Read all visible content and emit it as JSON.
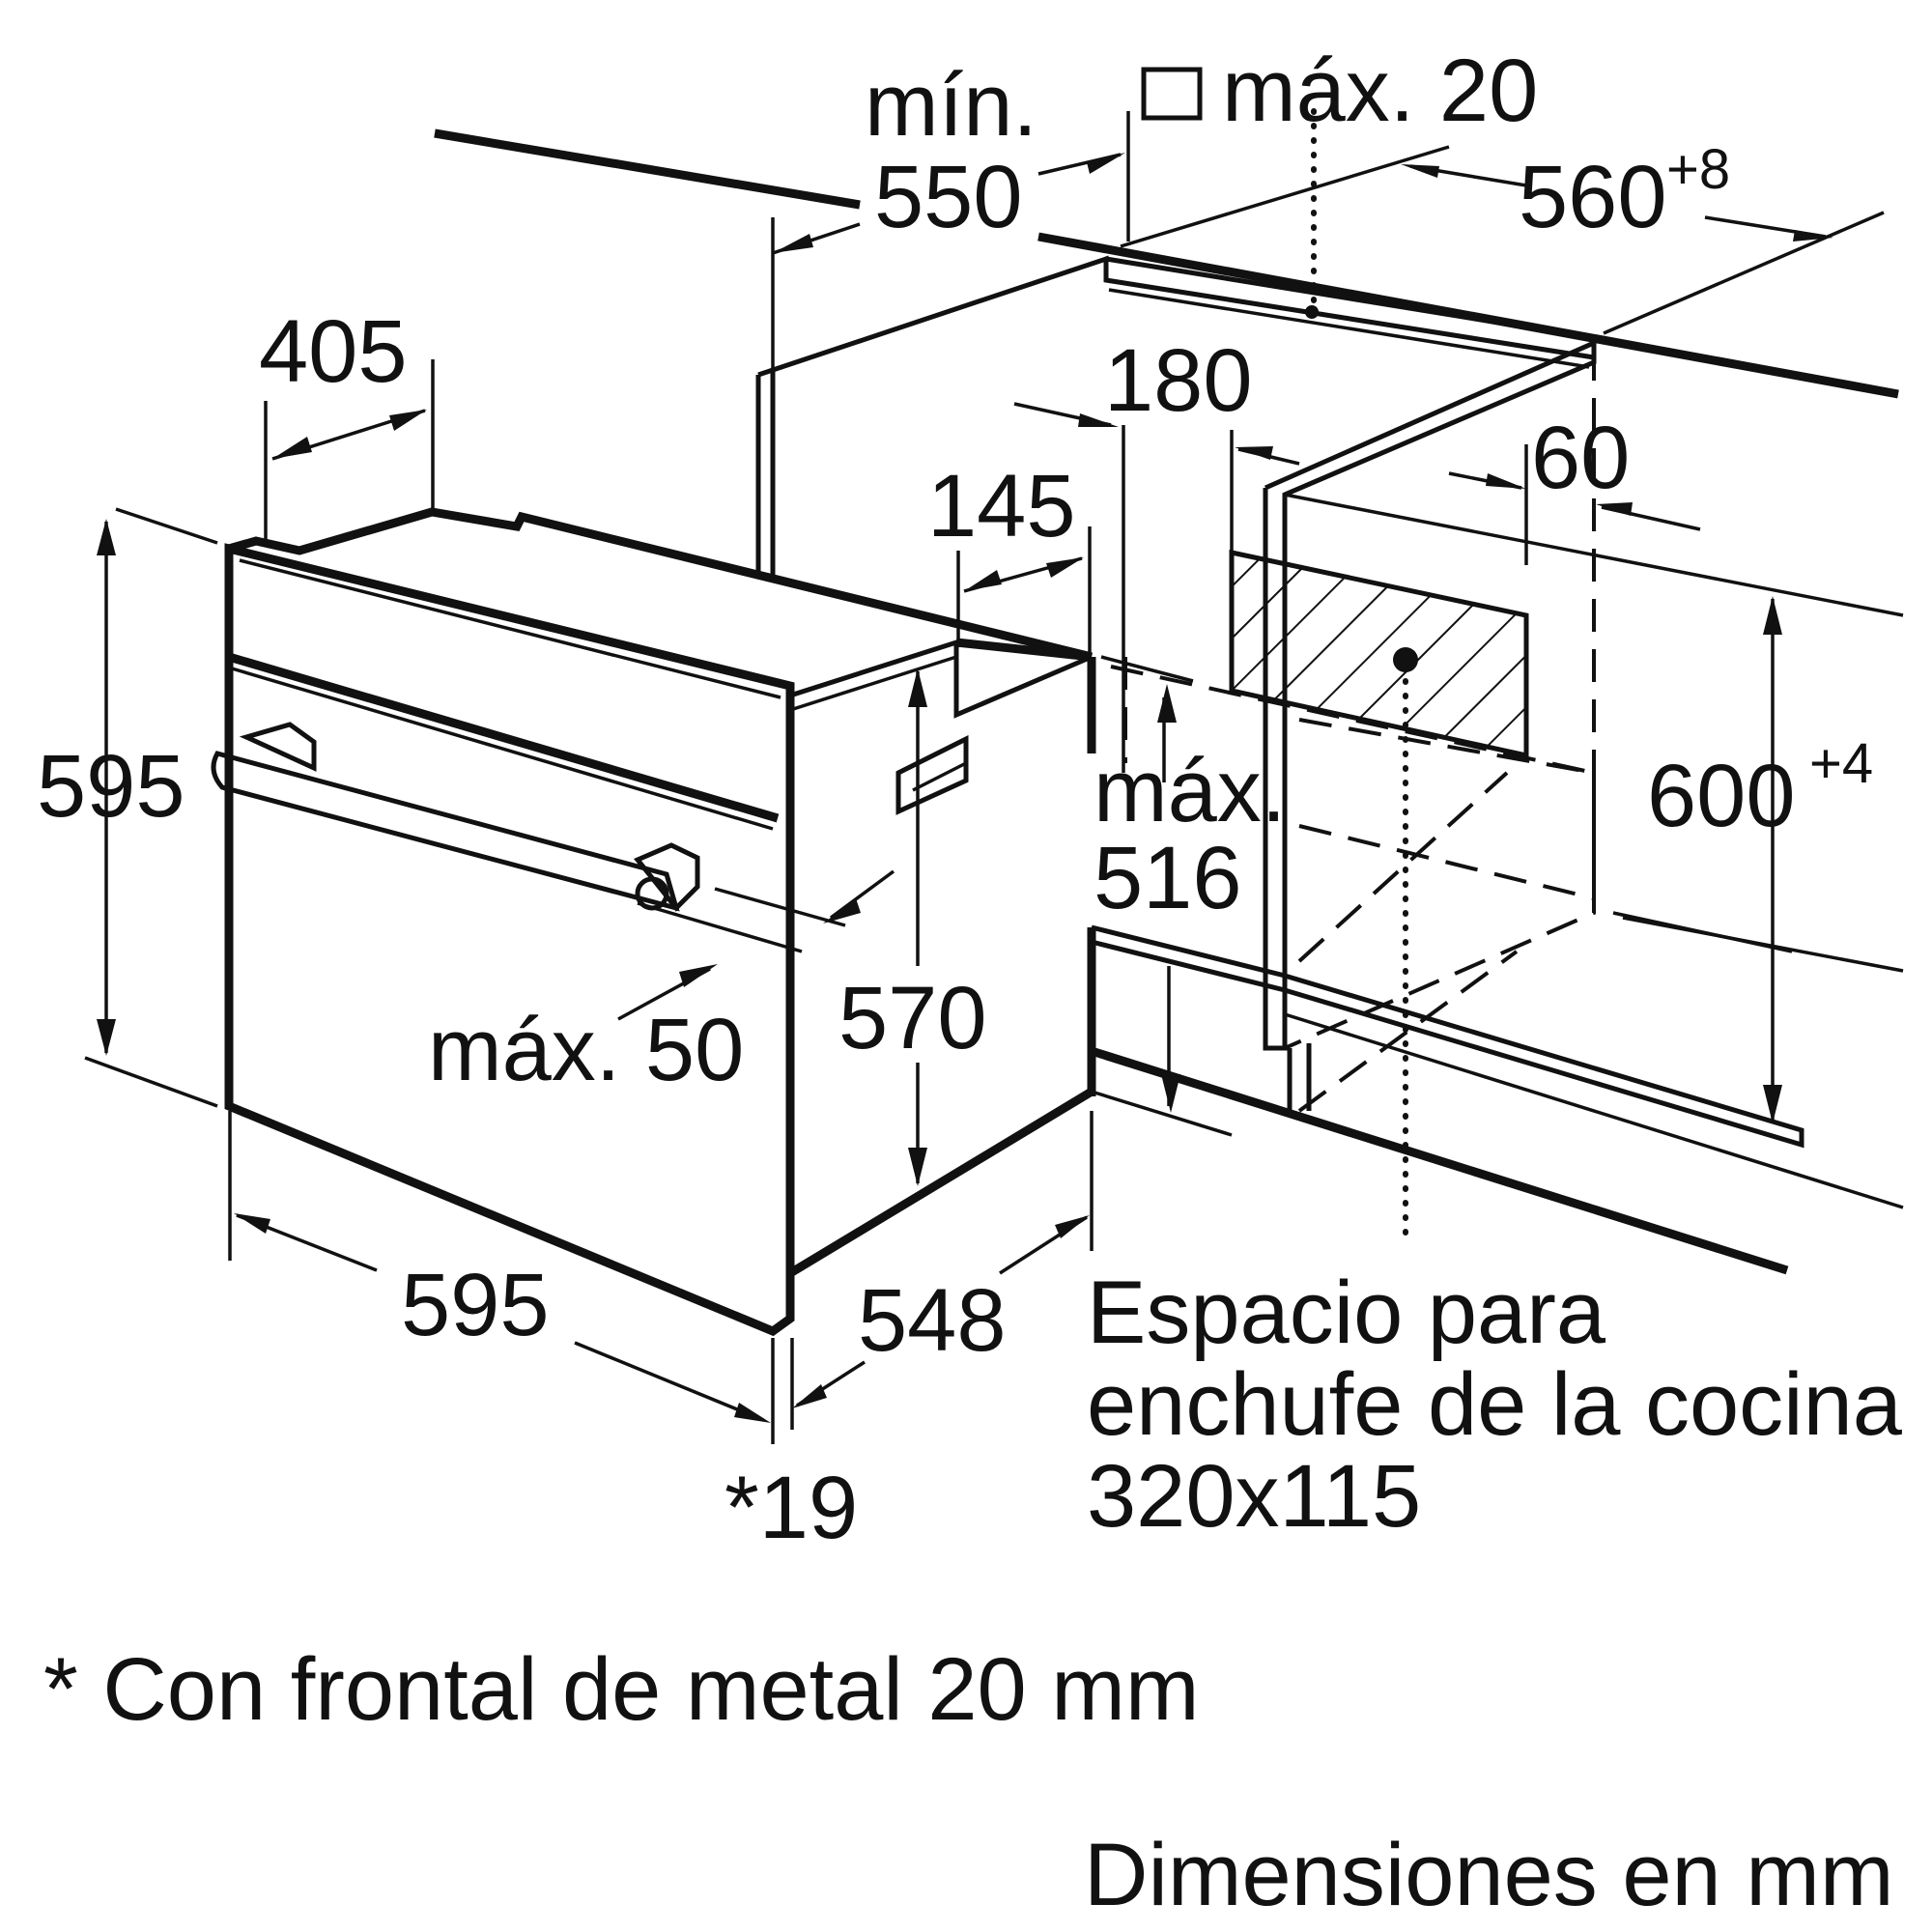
{
  "labels": {
    "min": "mín.",
    "min_550": "550",
    "max20": "máx. 20",
    "d560": "560",
    "d560_tol": "+8",
    "d405": "405",
    "d180": "180",
    "d60": "60",
    "d145": "145",
    "d595_h": "595",
    "d600": "600",
    "d600_tol": "+4",
    "max": "máx.",
    "max_516": "516",
    "d570": "570",
    "max50": "máx. 50",
    "d595_w": "595",
    "d548": "548",
    "d19": "*19",
    "socket_line1": "Espacio para",
    "socket_line2": "enchufe de la cocina",
    "socket_line3": "320x115",
    "footnote": "* Con frontal de metal 20 mm",
    "units": "Dimensiones en mm"
  }
}
